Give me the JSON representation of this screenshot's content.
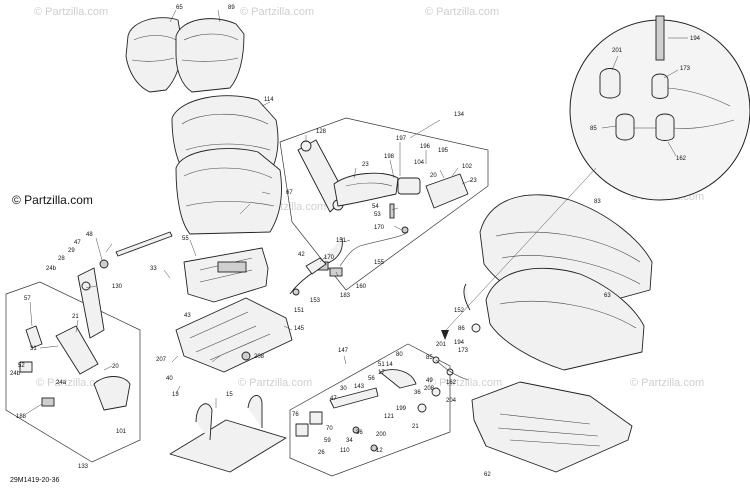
{
  "watermark": "© Partzilla.com",
  "site_label": "© Partzilla.com",
  "diagram_code": "29M1419-20-36",
  "callouts": {
    "c65": "65",
    "c89": "89",
    "c114": "114",
    "c67": "67",
    "c128": "128",
    "c134": "134",
    "c23a": "23",
    "c197": "197",
    "c196": "196",
    "c195": "195",
    "c198": "198",
    "c104": "104",
    "c102": "102",
    "c20a": "20",
    "c23b": "23",
    "c54": "54",
    "c53": "53",
    "c170a": "170",
    "c151a": "151",
    "c155": "155",
    "c42": "42",
    "c170b": "170",
    "c183": "183",
    "c160": "160",
    "c153": "153",
    "c151b": "151",
    "c145": "145",
    "c55": "55",
    "c33": "33",
    "c43": "43",
    "c208a": "208",
    "c207": "207",
    "c40": "40",
    "c13": "13",
    "c15": "15",
    "c48": "48",
    "c47": "47",
    "c29": "29",
    "c28": "28",
    "c24b": "24b",
    "c130": "130",
    "c57": "57",
    "c21a": "21",
    "c31": "31",
    "c52": "52",
    "c24b2": "24b",
    "c24a": "24a",
    "c20b": "20",
    "c188": "188",
    "c101": "101",
    "c133": "133",
    "c147": "147",
    "c51": "51",
    "c14": "14",
    "c143": "143",
    "c56": "56",
    "c17": "17",
    "c80": "80",
    "c30": "30",
    "c47b": "47",
    "c76": "76",
    "c70": "70",
    "c59": "59",
    "c26": "26",
    "c34": "34",
    "c36a": "36",
    "c110": "110",
    "c36b": "36",
    "c200": "200",
    "c12": "12",
    "c121": "121",
    "c199": "199",
    "c208b": "208",
    "c21b": "21",
    "c49": "49",
    "c83": "83",
    "c63": "63",
    "c152": "152",
    "c86": "86",
    "c201a": "201",
    "c194a": "194",
    "c85a": "85",
    "c173a": "173",
    "c162a": "162",
    "c204": "204",
    "c62": "62",
    "c201b": "201",
    "c194b": "194",
    "c173b": "173",
    "c85b": "85",
    "c162b": "162"
  }
}
